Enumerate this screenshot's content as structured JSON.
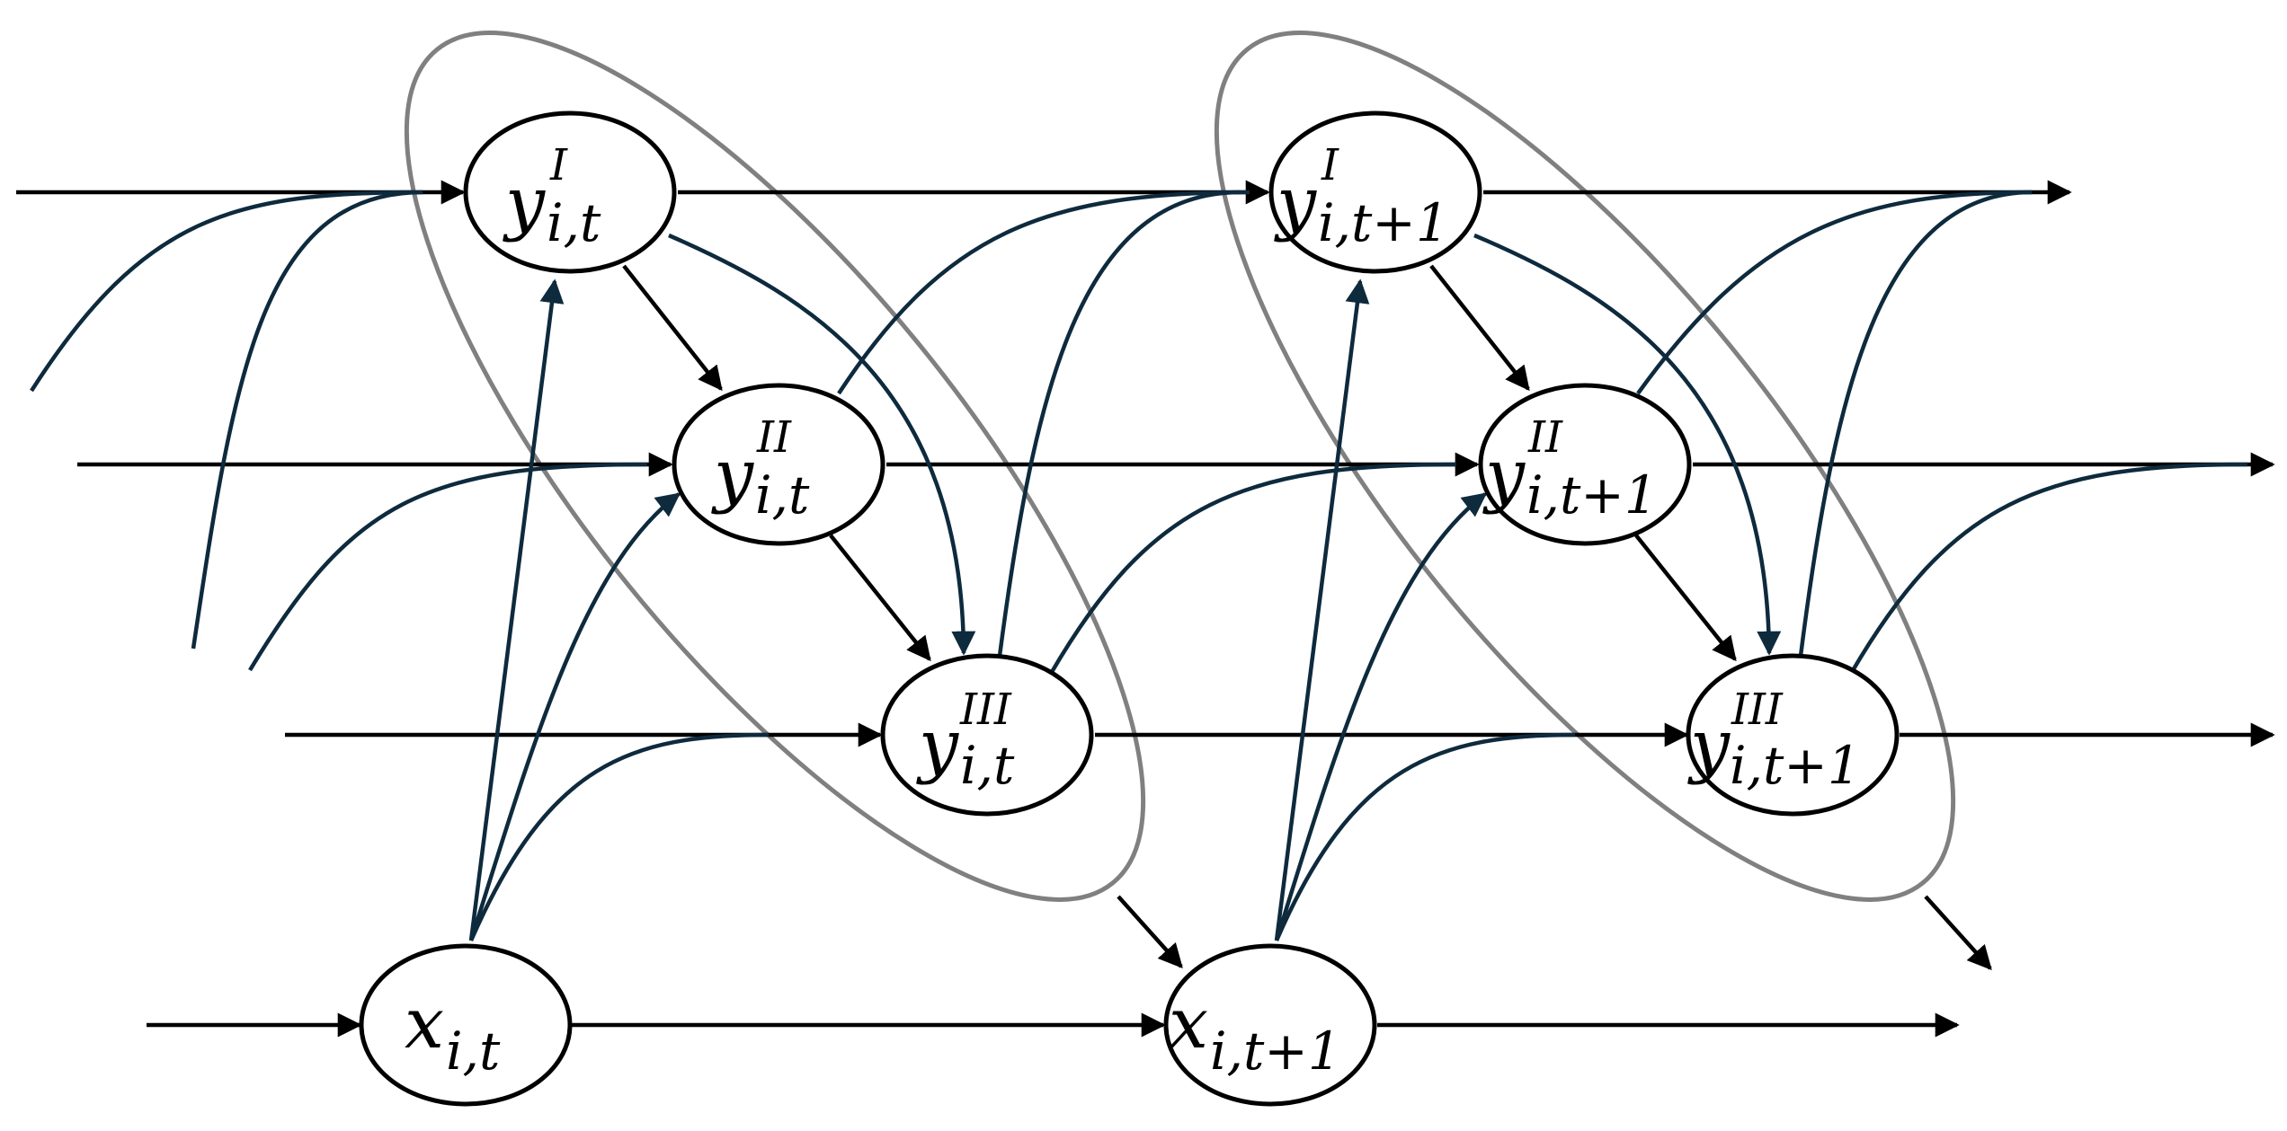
{
  "colors": {
    "node_stroke": "#000000",
    "group_outline": "#808080",
    "black_arrow": "#000000",
    "blue_arrow": "#0e2a3d"
  },
  "nodes": {
    "y1_t": {
      "base": "y",
      "sup": "I",
      "sub": "i,t"
    },
    "y2_t": {
      "base": "y",
      "sup": "II",
      "sub": "i,t"
    },
    "y3_t": {
      "base": "y",
      "sup": "III",
      "sub": "i,t"
    },
    "x_t": {
      "base": "x",
      "sup": "",
      "sub": "i,t"
    },
    "y1_t1": {
      "base": "y",
      "sup": "I",
      "sub": "i,t+1"
    },
    "y2_t1": {
      "base": "y",
      "sup": "II",
      "sub": "i,t+1"
    },
    "y3_t1": {
      "base": "y",
      "sup": "III",
      "sub": "i,t+1"
    },
    "x_t1": {
      "base": "x",
      "sup": "",
      "sub": "i,t+1"
    }
  }
}
